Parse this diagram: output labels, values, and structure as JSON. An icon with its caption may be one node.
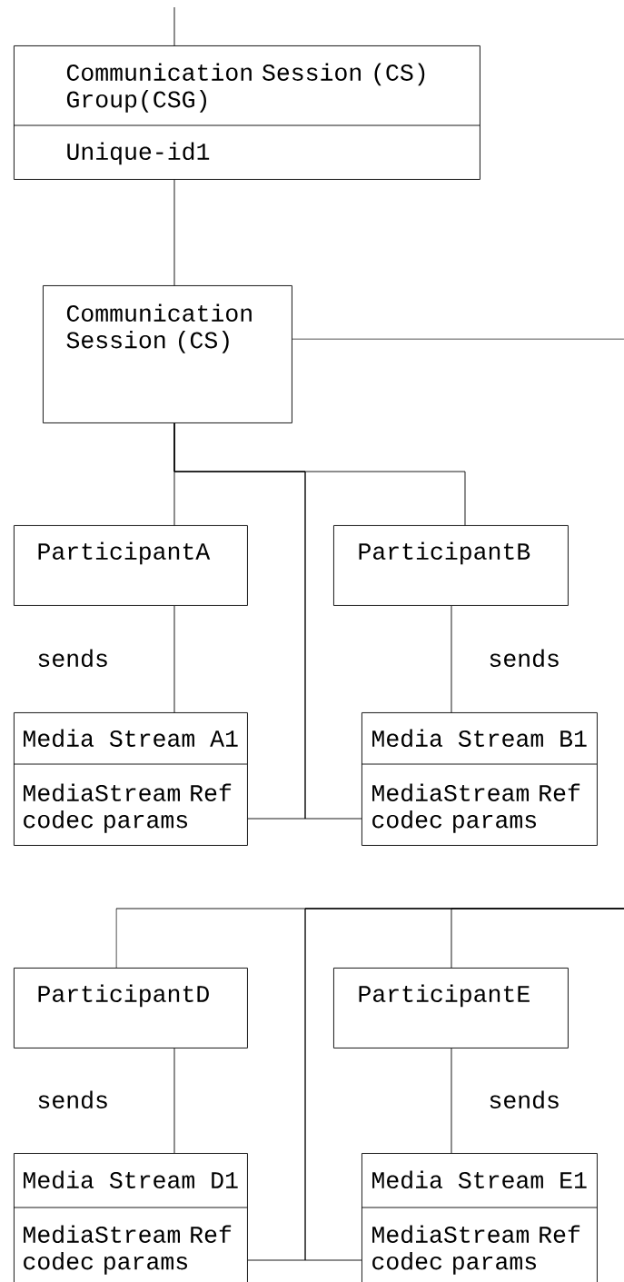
{
  "diagram": {
    "nodes": [
      {
        "text": [
          "Communication Session (CS) Group(CSG)",
          "Unique-id1"
        ]
      },
      {
        "text": [
          "Communication Session (CS)"
        ]
      },
      {
        "text": [
          "ParticipantA"
        ]
      },
      {
        "text": [
          "ParticipantB"
        ]
      },
      {
        "text": [
          "Media Stream A1",
          "MediaStream Ref codec params"
        ]
      },
      {
        "text": [
          "Media Stream B1",
          "MediaStream Ref codec params"
        ]
      },
      {
        "text": [
          "ParticipantD"
        ]
      },
      {
        "text": [
          "ParticipantE"
        ]
      },
      {
        "text": [
          "Media Stream D1",
          "MediaStream Ref codec params"
        ]
      },
      {
        "text": [
          "Media Stream E1",
          "MediaStream Ref codec params"
        ]
      }
    ],
    "edges": [
      {
        "from": null,
        "to": 0,
        "arrow": "none"
      },
      {
        "from": 0,
        "to": 1,
        "arrow": "none"
      },
      {
        "from": 1,
        "to": null,
        "arrow": "none"
      },
      {
        "from": 1,
        "to": 2,
        "arrow": "none"
      },
      {
        "from": 1,
        "to": 3,
        "arrow": "none"
      },
      {
        "from": 1,
        "to": 4,
        "arrow": "none"
      },
      {
        "from": 1,
        "to": 5,
        "arrow": "none"
      },
      {
        "from": 2,
        "to": 4,
        "arrow": "none",
        "label": "sends"
      },
      {
        "from": 3,
        "to": 5,
        "arrow": "none",
        "label": "sends"
      },
      {
        "from": null,
        "to": 6,
        "arrow": "none"
      },
      {
        "from": null,
        "to": 7,
        "arrow": "none"
      },
      {
        "from": null,
        "to": 8,
        "arrow": "none"
      },
      {
        "from": null,
        "to": 9,
        "arrow": "none"
      },
      {
        "from": 6,
        "to": 8,
        "arrow": "none",
        "label": "sends"
      },
      {
        "from": 7,
        "to": 9,
        "arrow": "none",
        "label": "sends"
      }
    ]
  }
}
